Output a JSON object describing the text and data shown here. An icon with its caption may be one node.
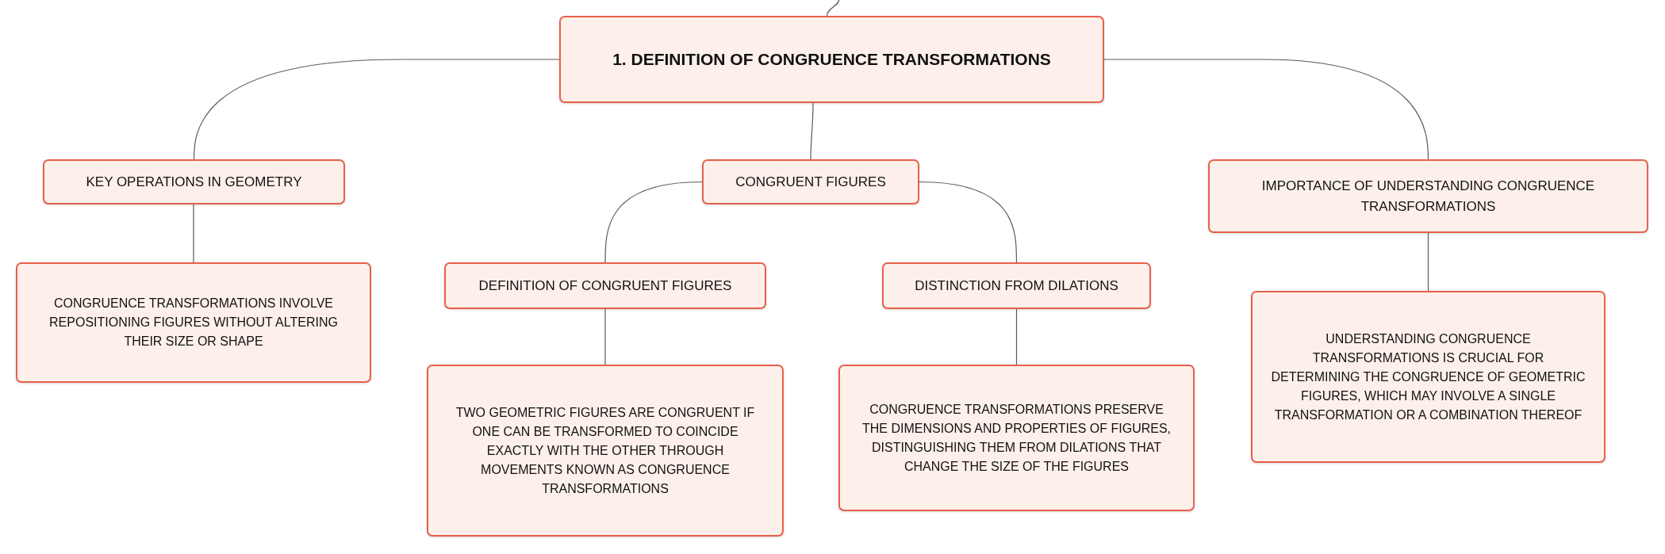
{
  "diagram": {
    "nodes": [
      {
        "text": [
          "1. DEFINITION OF CONGRUENCE TRANSFORMATIONS"
        ]
      },
      {
        "text": [
          "KEY OPERATIONS IN GEOMETRY"
        ]
      },
      {
        "text": [
          "CONGRUENT FIGURES"
        ]
      },
      {
        "text": [
          "IMPORTANCE OF UNDERSTANDING CONGRUENCE TRANSFORMATIONS"
        ]
      },
      {
        "text": [
          "CONGRUENCE TRANSFORMATIONS INVOLVE REPOSITIONING FIGURES WITHOUT ALTERING THEIR SIZE OR SHAPE"
        ]
      },
      {
        "text": [
          "DEFINITION OF CONGRUENT FIGURES"
        ]
      },
      {
        "text": [
          "DISTINCTION FROM DILATIONS"
        ]
      },
      {
        "text": [
          "UNDERSTANDING CONGRUENCE TRANSFORMATIONS IS CRUCIAL FOR DETERMINING THE CONGRUENCE OF GEOMETRIC FIGURES, WHICH MAY INVOLVE A SINGLE TRANSFORMATION OR A COMBINATION THEREOF"
        ]
      },
      {
        "text": [
          "TWO GEOMETRIC FIGURES ARE CONGRUENT IF ONE CAN BE TRANSFORMED TO COINCIDE EXACTLY WITH THE OTHER THROUGH MOVEMENTS KNOWN AS CONGRUENCE TRANSFORMATIONS"
        ]
      },
      {
        "text": [
          "CONGRUENCE TRANSFORMATIONS PRESERVE THE DIMENSIONS AND PROPERTIES OF FIGURES, DISTINGUISHING THEM FROM DILATIONS THAT CHANGE THE SIZE OF THE FIGURES"
        ]
      }
    ],
    "edges": [
      {
        "from": null,
        "to": 0,
        "arrow": "none"
      },
      {
        "from": 0,
        "to": 1,
        "arrow": "none"
      },
      {
        "from": 0,
        "to": 2,
        "arrow": "none"
      },
      {
        "from": 0,
        "to": 3,
        "arrow": "none"
      },
      {
        "from": 1,
        "to": 4,
        "arrow": "none"
      },
      {
        "from": 2,
        "to": 5,
        "arrow": "none"
      },
      {
        "from": 2,
        "to": 6,
        "arrow": "none"
      },
      {
        "from": 5,
        "to": 8,
        "arrow": "none"
      },
      {
        "from": 6,
        "to": 9,
        "arrow": "none"
      },
      {
        "from": 3,
        "to": 7,
        "arrow": "none"
      }
    ]
  }
}
